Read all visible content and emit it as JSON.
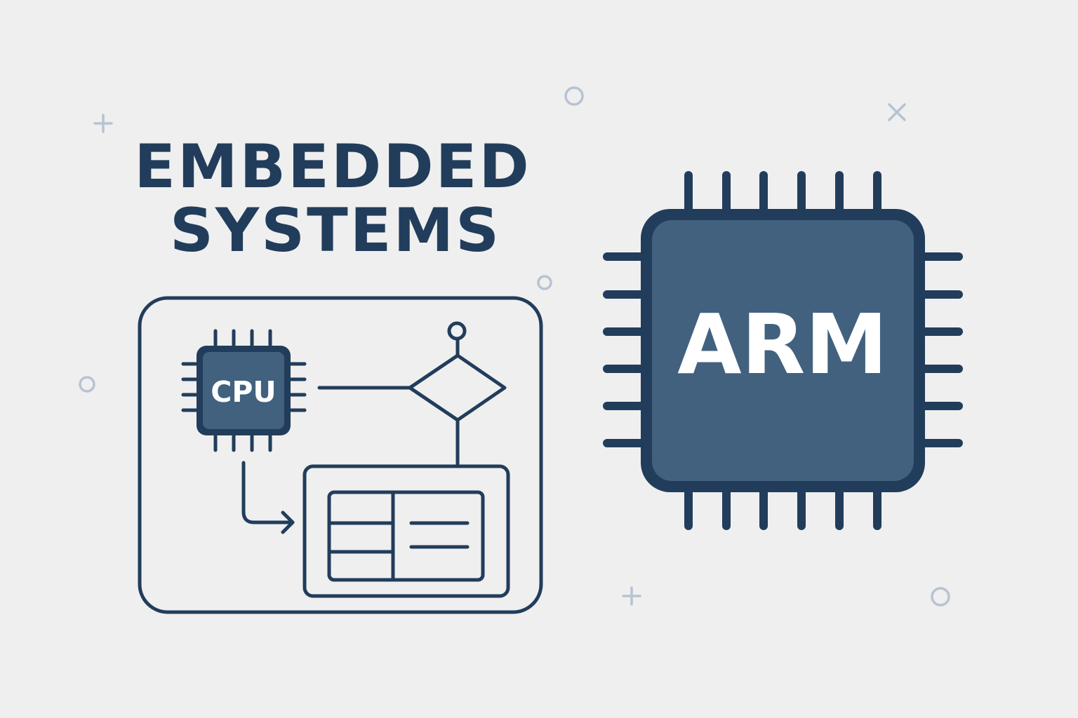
{
  "title": {
    "line1": "EMBEDDED",
    "line2": "SYSTEMS"
  },
  "diagram": {
    "cpu_label": "CPU",
    "chip_label": "ARM"
  },
  "colors": {
    "background": "#efefef",
    "ink": "#213d5b",
    "chip_fill": "#42617f",
    "chip_text": "#ffffff",
    "decoration": "#b7c3d2"
  },
  "icons": {
    "decorations": [
      "plus-icon",
      "circle-icon",
      "x-icon"
    ]
  }
}
